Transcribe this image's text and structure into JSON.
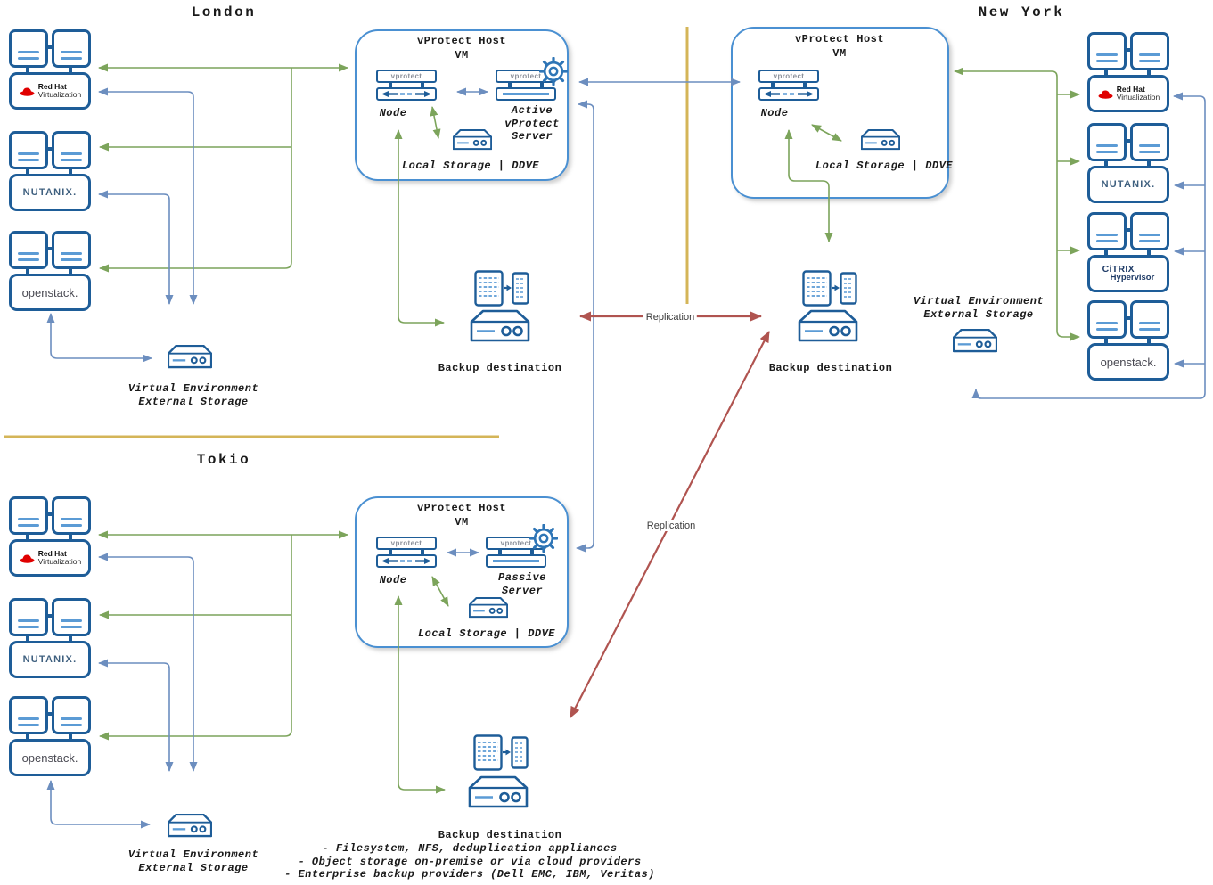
{
  "titles": {
    "london": "London",
    "new_york": "New York",
    "tokio": "Tokio"
  },
  "host": {
    "title": "vProtect Host",
    "subtitle": "VM",
    "node_label": "Node",
    "local_storage_label": "Local Storage | DDVE",
    "vprotect_badge": "vprotect"
  },
  "servers": {
    "active": {
      "line1": "Active",
      "line2": "vProtect",
      "line3": "Server"
    },
    "passive": {
      "line1": "Passive",
      "line2": "Server"
    }
  },
  "backup": {
    "label": "Backup destination",
    "options": [
      "- Filesystem, NFS, deduplication appliances",
      "- Object storage on-premise or via cloud providers",
      "- Enterprise backup providers (Dell EMC, IBM, Veritas)"
    ]
  },
  "external_storage": {
    "line1": "Virtual Environment",
    "line2": "External Storage"
  },
  "replication_label": "Replication",
  "logos": {
    "redhat": {
      "line1": "Red Hat",
      "line2": "Virtualization"
    },
    "nutanix": "NUTANIX.",
    "citrix": {
      "line1": "CiTRIX",
      "line2": "Hypervisor"
    },
    "openstack": "openstack."
  },
  "colors": {
    "icon_border_blue": "#1e5d98",
    "accent_light_blue": "#5b9bd5",
    "host_border_blue": "#4a90d2",
    "arrow_green": "#7ca45b",
    "arrow_blue": "#6c8ebf",
    "replication_red": "#b05450",
    "divider_gold": "#d4b558",
    "redhat_red": "#e00000"
  }
}
